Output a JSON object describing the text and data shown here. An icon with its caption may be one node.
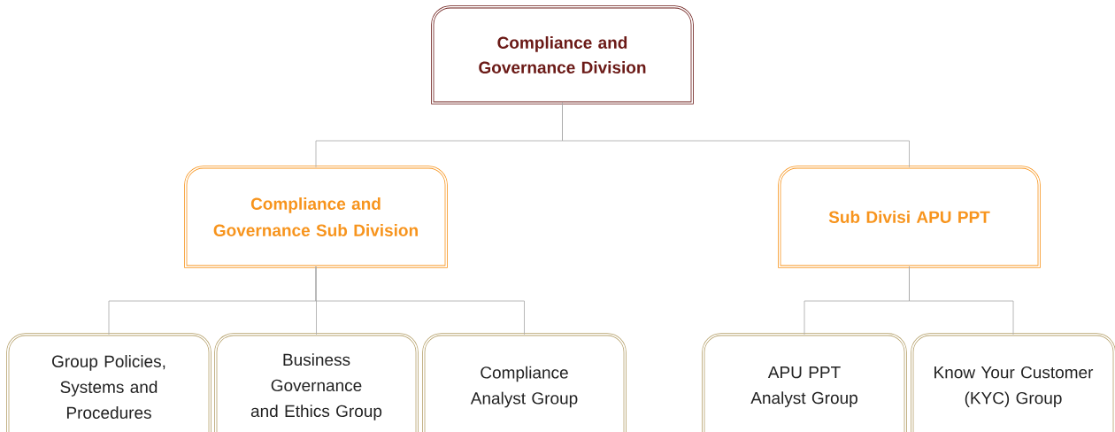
{
  "diagram": {
    "nodes": [
      {
        "text": [
          "Compliance and Governance Division"
        ]
      },
      {
        "text": [
          "Compliance and Governance Sub Division"
        ]
      },
      {
        "text": [
          "Sub Divisi APU PPT"
        ]
      },
      {
        "text": [
          "Group Policies, Systems and Procedures"
        ]
      },
      {
        "text": [
          "Business Governance and Ethics Group"
        ]
      },
      {
        "text": [
          "Compliance Analyst Group"
        ]
      },
      {
        "text": [
          "APU PPT Analyst Group"
        ]
      },
      {
        "text": [
          "Know Your Customer (KYC) Group"
        ]
      }
    ],
    "edges": [
      {
        "from": 0,
        "to": 1,
        "arrow": "none"
      },
      {
        "from": 0,
        "to": 2,
        "arrow": "none"
      },
      {
        "from": 1,
        "to": 3,
        "arrow": "none"
      },
      {
        "from": 1,
        "to": 4,
        "arrow": "none"
      },
      {
        "from": 1,
        "to": 5,
        "arrow": "none"
      },
      {
        "from": 2,
        "to": 6,
        "arrow": "none"
      },
      {
        "from": 2,
        "to": 7,
        "arrow": "none"
      }
    ]
  }
}
